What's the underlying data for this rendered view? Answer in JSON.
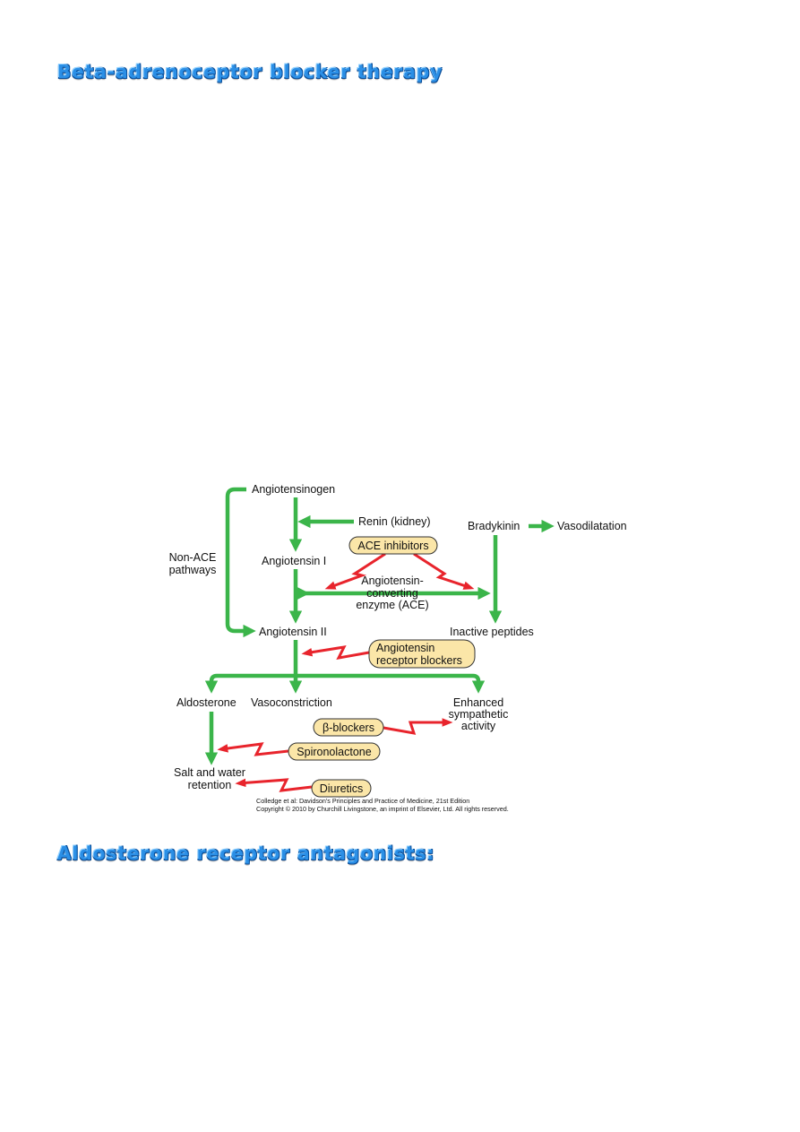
{
  "headings": {
    "beta_blocker": "Beta-adrenoceptor blocker therapy",
    "aldosterone": "Aldosterone receptor antagonists:"
  },
  "diagram": {
    "nodes": {
      "angiotensinogen": "Angiotensinogen",
      "renin": "Renin (kidney)",
      "bradykinin": "Bradykinin",
      "vasodilatation": "Vasodilatation",
      "non_ace_line1": "Non-ACE",
      "non_ace_line2": "pathways",
      "angiotensin_1": "Angiotensin I",
      "ace_line1": "Angiotensin-",
      "ace_line2": "converting",
      "ace_line3": "enzyme (ACE)",
      "angiotensin_2": "Angiotensin II",
      "inactive_peptides": "Inactive peptides",
      "aldosterone": "Aldosterone",
      "vasoconstriction": "Vasoconstriction",
      "enhanced_line1": "Enhanced",
      "enhanced_line2": "sympathetic",
      "enhanced_line3": "activity",
      "salt_line1": "Salt and water",
      "salt_line2": "retention"
    },
    "drugs": {
      "ace_inhibitors": "ACE inhibitors",
      "arb_line1": "Angiotensin",
      "arb_line2": "receptor blockers",
      "beta_blockers": "β-blockers",
      "spironolactone": "Spironolactone",
      "diuretics": "Diuretics"
    },
    "credit_line1": "Colledge et al: Davidson's Principles and Practice of Medicine, 21st Edition",
    "credit_line2": "Copyright © 2010 by Churchill Livingstone, an imprint of Elsevier, Ltd. All rights reserved.",
    "colors": {
      "pathway": "#3bb54a",
      "inhibition": "#e8242c",
      "drug_box": "#fbe6a8"
    }
  }
}
